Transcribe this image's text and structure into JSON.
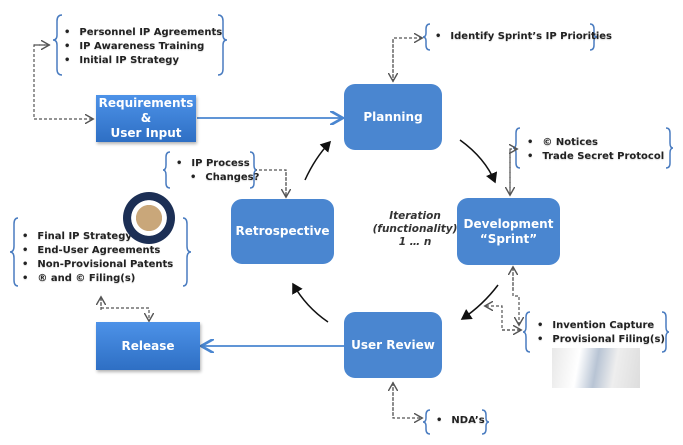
{
  "nodes": {
    "requirements": "Requirements\n&\nUser  Input",
    "planning": "Planning",
    "development": "Development\n“Sprint”",
    "user_review": "User Review",
    "retrospective": "Retrospective",
    "release": "Release"
  },
  "center": {
    "line1": "Iteration",
    "line2": "(functionality)",
    "line3": "1 … n"
  },
  "notes": {
    "requirements": [
      "Personnel IP Agreements",
      "IP Awareness Training",
      "Initial IP Strategy"
    ],
    "planning": [
      "Identify Sprint’s IP Priorities"
    ],
    "development": [
      "© Notices",
      "Trade Secret Protocol"
    ],
    "retrospective": [
      "IP Process",
      "Changes?"
    ],
    "release": [
      "Final IP Strategy",
      "End-User Agreements",
      "Non-Provisional Patents",
      "® and © Filing(s)"
    ],
    "sprint_output": [
      "Invention Capture",
      "Provisional Filing(s)"
    ],
    "user_review": [
      "NDA’s"
    ]
  },
  "colors": {
    "box": "#4a86d0",
    "arrow_blue": "#4a86d0",
    "bracket": "#4a7cc0"
  }
}
